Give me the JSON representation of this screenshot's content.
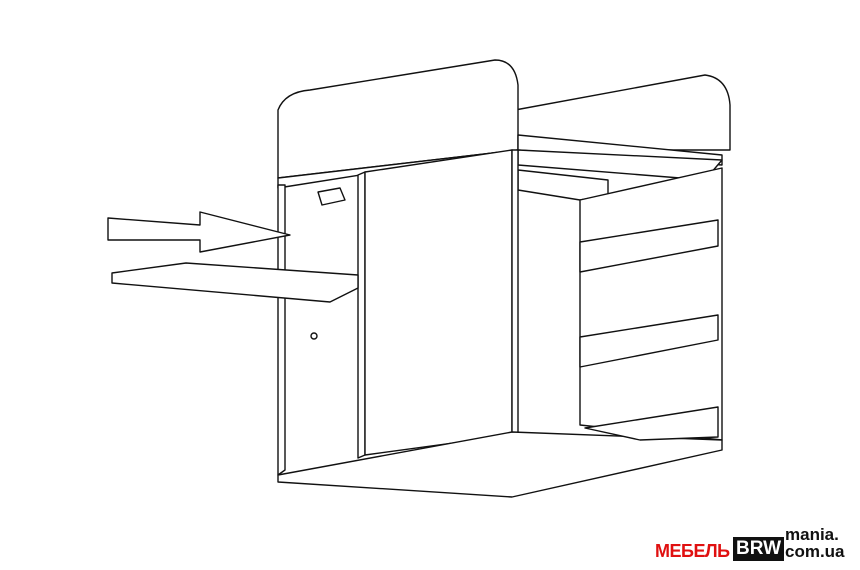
{
  "logo": {
    "prefix": "МЕБЕЛЬ",
    "brand": "BRW",
    "line1": "mania.",
    "line2": "com.ua"
  }
}
